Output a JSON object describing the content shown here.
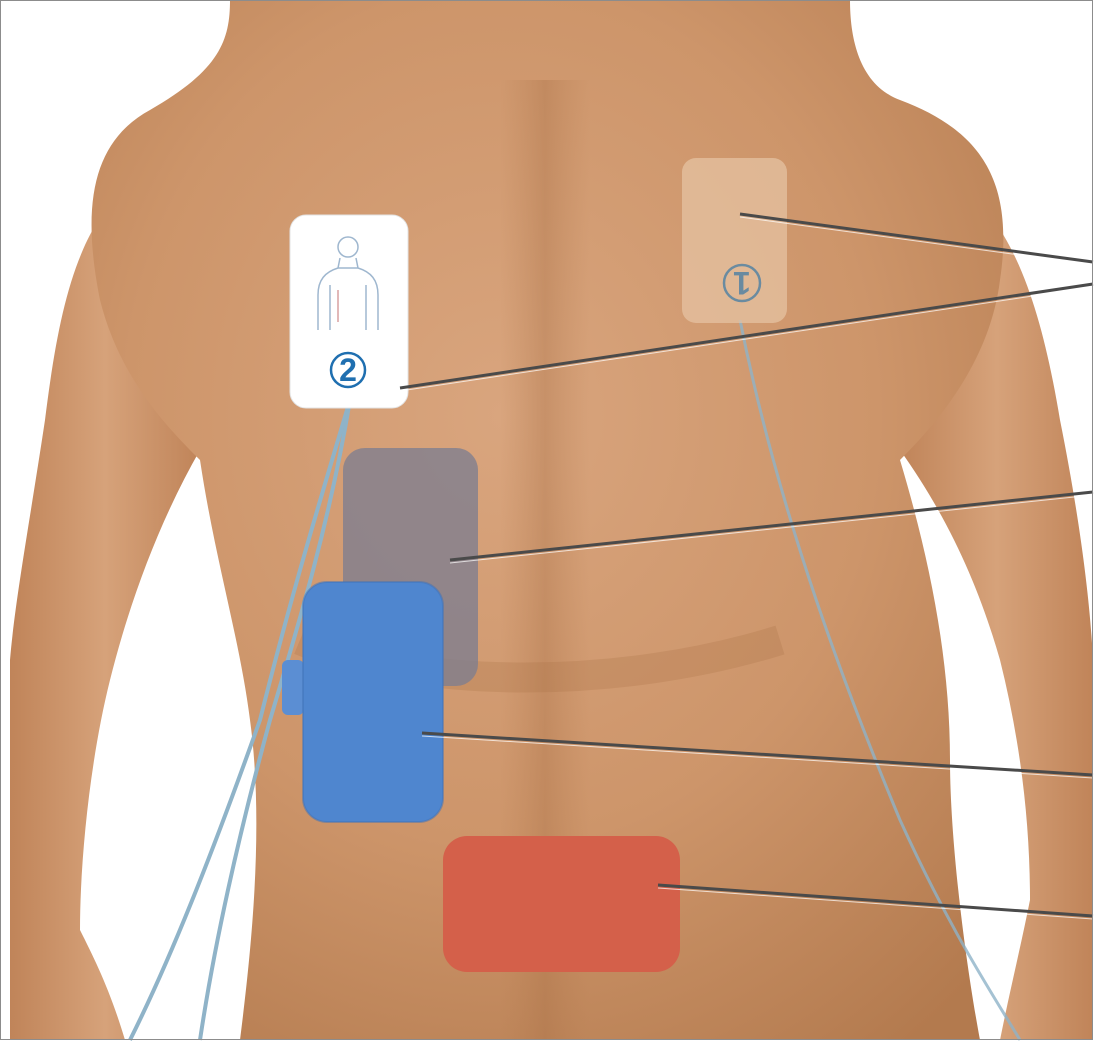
{
  "figure": {
    "subject": "back-of-torso",
    "colors": {
      "skin_light": "#d9a57e",
      "skin_mid": "#c98f63",
      "skin_dark": "#b07448",
      "background": "#ffffff",
      "frame": "#8c8c8c",
      "leader": "#4a4a4a",
      "cable": "#8fb3c8"
    }
  },
  "pads": [
    {
      "id": "pad-1",
      "number": "1",
      "fill": "#e6c4a4",
      "opacity": 0.72,
      "number_color": "#4c7fa3"
    },
    {
      "id": "pad-2",
      "number": "2",
      "fill": "#ffffff",
      "opacity": 1,
      "number_color": "#1f6fb0"
    },
    {
      "id": "pad-gray",
      "fill": "#7d7d8f",
      "opacity": 0.78
    },
    {
      "id": "pad-blue",
      "fill": "#4f86cf",
      "opacity": 1
    },
    {
      "id": "pad-red",
      "fill": "#d4604a",
      "opacity": 1
    }
  ],
  "callout_count": 5
}
